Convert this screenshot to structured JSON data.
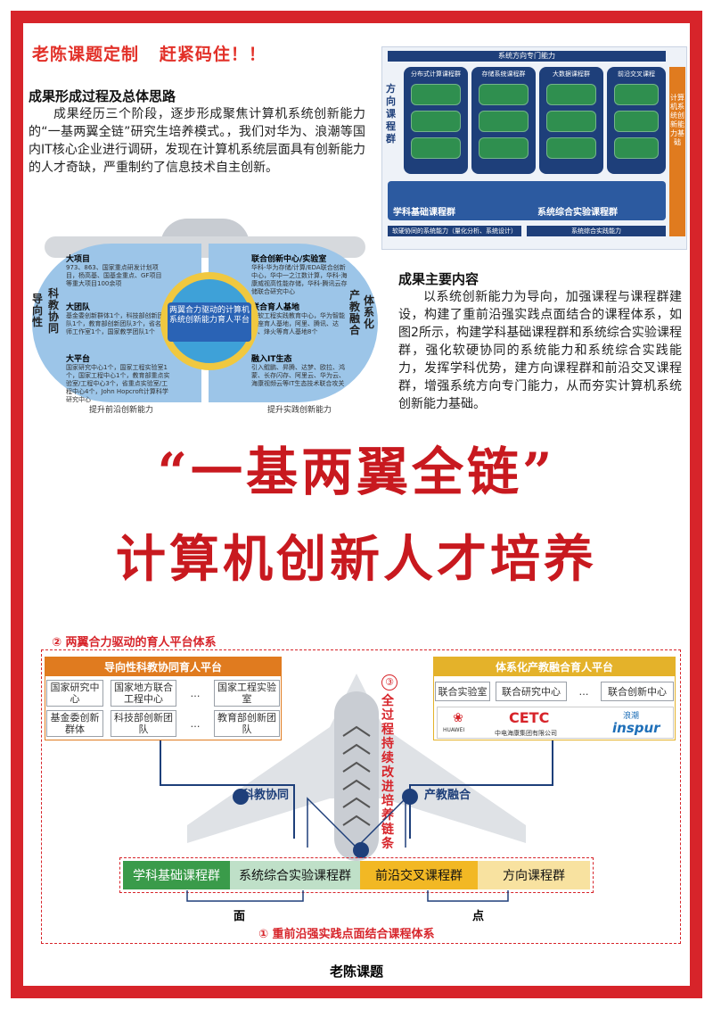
{
  "banner": "老陈课题定制   赶紧码住！！",
  "sections": {
    "process": {
      "title": "成果形成过程及总体思路",
      "text": "成果经历三个阶段，逐步形成聚焦计算机系统创新能力的“一基两翼全链”研究生培养模式。，我们对华为、浪潮等国内IT核心企业进行调研，发现在计算机系统层面具有创新能力的人才奇缺，严重制约了信息技术自主创新。"
    },
    "content": {
      "title": "成果主要内容",
      "text": "以系统创新能力为导向，加强课程与课程群建设，构建了重前沿强实践点面结合的课程体系，如图2所示，构建学科基础课程群和系统综合实验课程群，强化软硬协同的系统能力和系统综合实践能力，发挥学科优势，建方向课程群和前沿交叉课程群，增强系统方向专门能力，从而夯实计算机系统创新能力基础。"
    }
  },
  "fig1": {
    "top_band": "系统方向专门能力",
    "direction_label": "方向课程群",
    "groups": [
      "分布式计算课程群",
      "存储系统课程群",
      "大数据课程群",
      "前沿交叉课程"
    ],
    "base_label": "学科基础课程群",
    "lab_label": "系统综合实验课程群",
    "bottom_left": "软硬协同的系统能力（量化分析、系统设计）",
    "bottom_right": "系统综合实践能力",
    "side_bar": "计算机系统创新能力基础"
  },
  "fig2": {
    "left_vertical_1": "导向性",
    "left_vertical_2": "科教协同",
    "right_vertical_1": "产教融合",
    "right_vertical_2": "体系化",
    "left": [
      {
        "title": "大项目",
        "text": "973、863、国家重点研发计划项目，杨高基、国基金重点、GF项目等重大项目100余项"
      },
      {
        "title": "大团队",
        "text": "基金委创新群体1个，科技部创新团队1个，教育部创新团队3个，省名师工作室1个，国家教学团队1个"
      },
      {
        "title": "大平台",
        "text": "国家研究中心1个，国家工程实验室1个，国家工程中心1个，教育部重点实验室/工程中心3个，省重点实验室/工程中心4个，John Hopcroft计算科学研究中心"
      }
    ],
    "right": [
      {
        "title": "联合创新中心/实验室",
        "text": "华科-华为存储/计算/EDA联合创新中心，华中一之江数计算，华科-海康威视高性能存储，华科-腾讯云存储联合研究中心"
      },
      {
        "title": "联合育人基地",
        "text": "中软工程实践教育中心，华为智能基座育人基地，阿里、腾讯、达梦、烽火等育人基地8个"
      },
      {
        "title": "融入IT生态",
        "text": "引入鲲鹏、昇腾、达梦、欧拉、鸿蒙、长存闪存、阿里云、华为云、海康视频云等IT生态技术联合攻关"
      }
    ],
    "center": "两翼合力驱动的计算机系统创新能力育人平台",
    "bottom_left": "提升前沿创新能力",
    "bottom_right": "提升实践创新能力"
  },
  "title": {
    "line1": "“一基两翼全链”",
    "line2": "计算机创新人才培养"
  },
  "diagram": {
    "heading2": "② 两翼合力驱动的育人平台体系",
    "left_platform": {
      "title": "导向性科教协同育人平台",
      "items": [
        "国家研究中心",
        "国家地方联合工程中心",
        "…",
        "国家工程实验室",
        "基金委创新群体",
        "科技部创新团队",
        "…",
        "教育部创新团队"
      ]
    },
    "right_platform": {
      "title": "体系化产教融合育人平台",
      "items": [
        "联合实验室",
        "联合研究中心",
        "…",
        "联合创新中心"
      ],
      "logos": [
        "HUAWEI",
        "CETC",
        "中电海康集团有限公司",
        "浪潮",
        "inspur"
      ]
    },
    "num3": "③",
    "center_vertical": "全过程持续改进培养链条",
    "label_left": "科教协同",
    "label_right": "产教融合",
    "courses": [
      "学科基础课程群",
      "系统综合实验课程群",
      "前沿交叉课程群",
      "方向课程群"
    ],
    "mian": "面",
    "dian": "点",
    "heading1": "① 重前沿强实践点面结合课程体系"
  },
  "footer": "老陈课题"
}
